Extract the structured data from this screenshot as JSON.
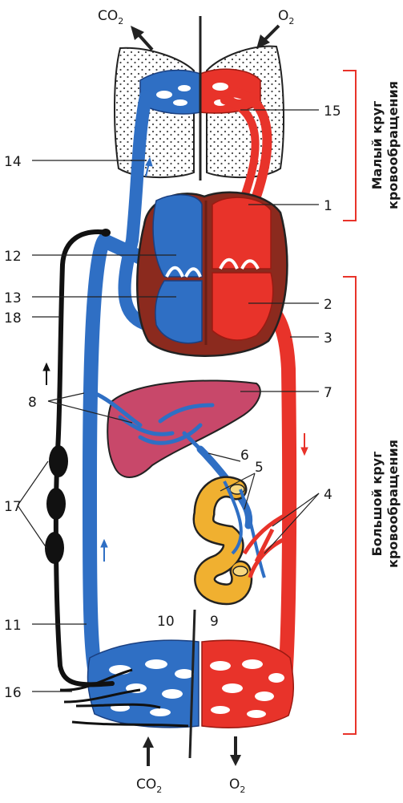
{
  "gases": {
    "top_left": {
      "base": "CO",
      "sub": "2"
    },
    "top_right": {
      "base": "O",
      "sub": "2"
    },
    "bottom_left": {
      "base": "CO",
      "sub": "2"
    },
    "bottom_right": {
      "base": "O",
      "sub": "2"
    }
  },
  "labels": {
    "l1": "1",
    "l2": "2",
    "l3": "3",
    "l4": "4",
    "l5": "5",
    "l6": "6",
    "l7": "7",
    "l8": "8",
    "l9": "9",
    "l10": "10",
    "l11": "11",
    "l12": "12",
    "l13": "13",
    "l14": "14",
    "l15": "15",
    "l16": "16",
    "l17": "17",
    "l18": "18"
  },
  "circulation": {
    "pulmonary": {
      "line1": "Малый круг",
      "line2": "кровообращения"
    },
    "systemic": {
      "line1": "Большой круг",
      "line2": "кровообращения"
    }
  },
  "colors": {
    "venous": "#2f6fc4",
    "arterial": "#e8332a",
    "heart_wall": "#8b2a1e",
    "liver": "#c8486a",
    "intestine": "#f0b030",
    "lymph": "#111111"
  }
}
